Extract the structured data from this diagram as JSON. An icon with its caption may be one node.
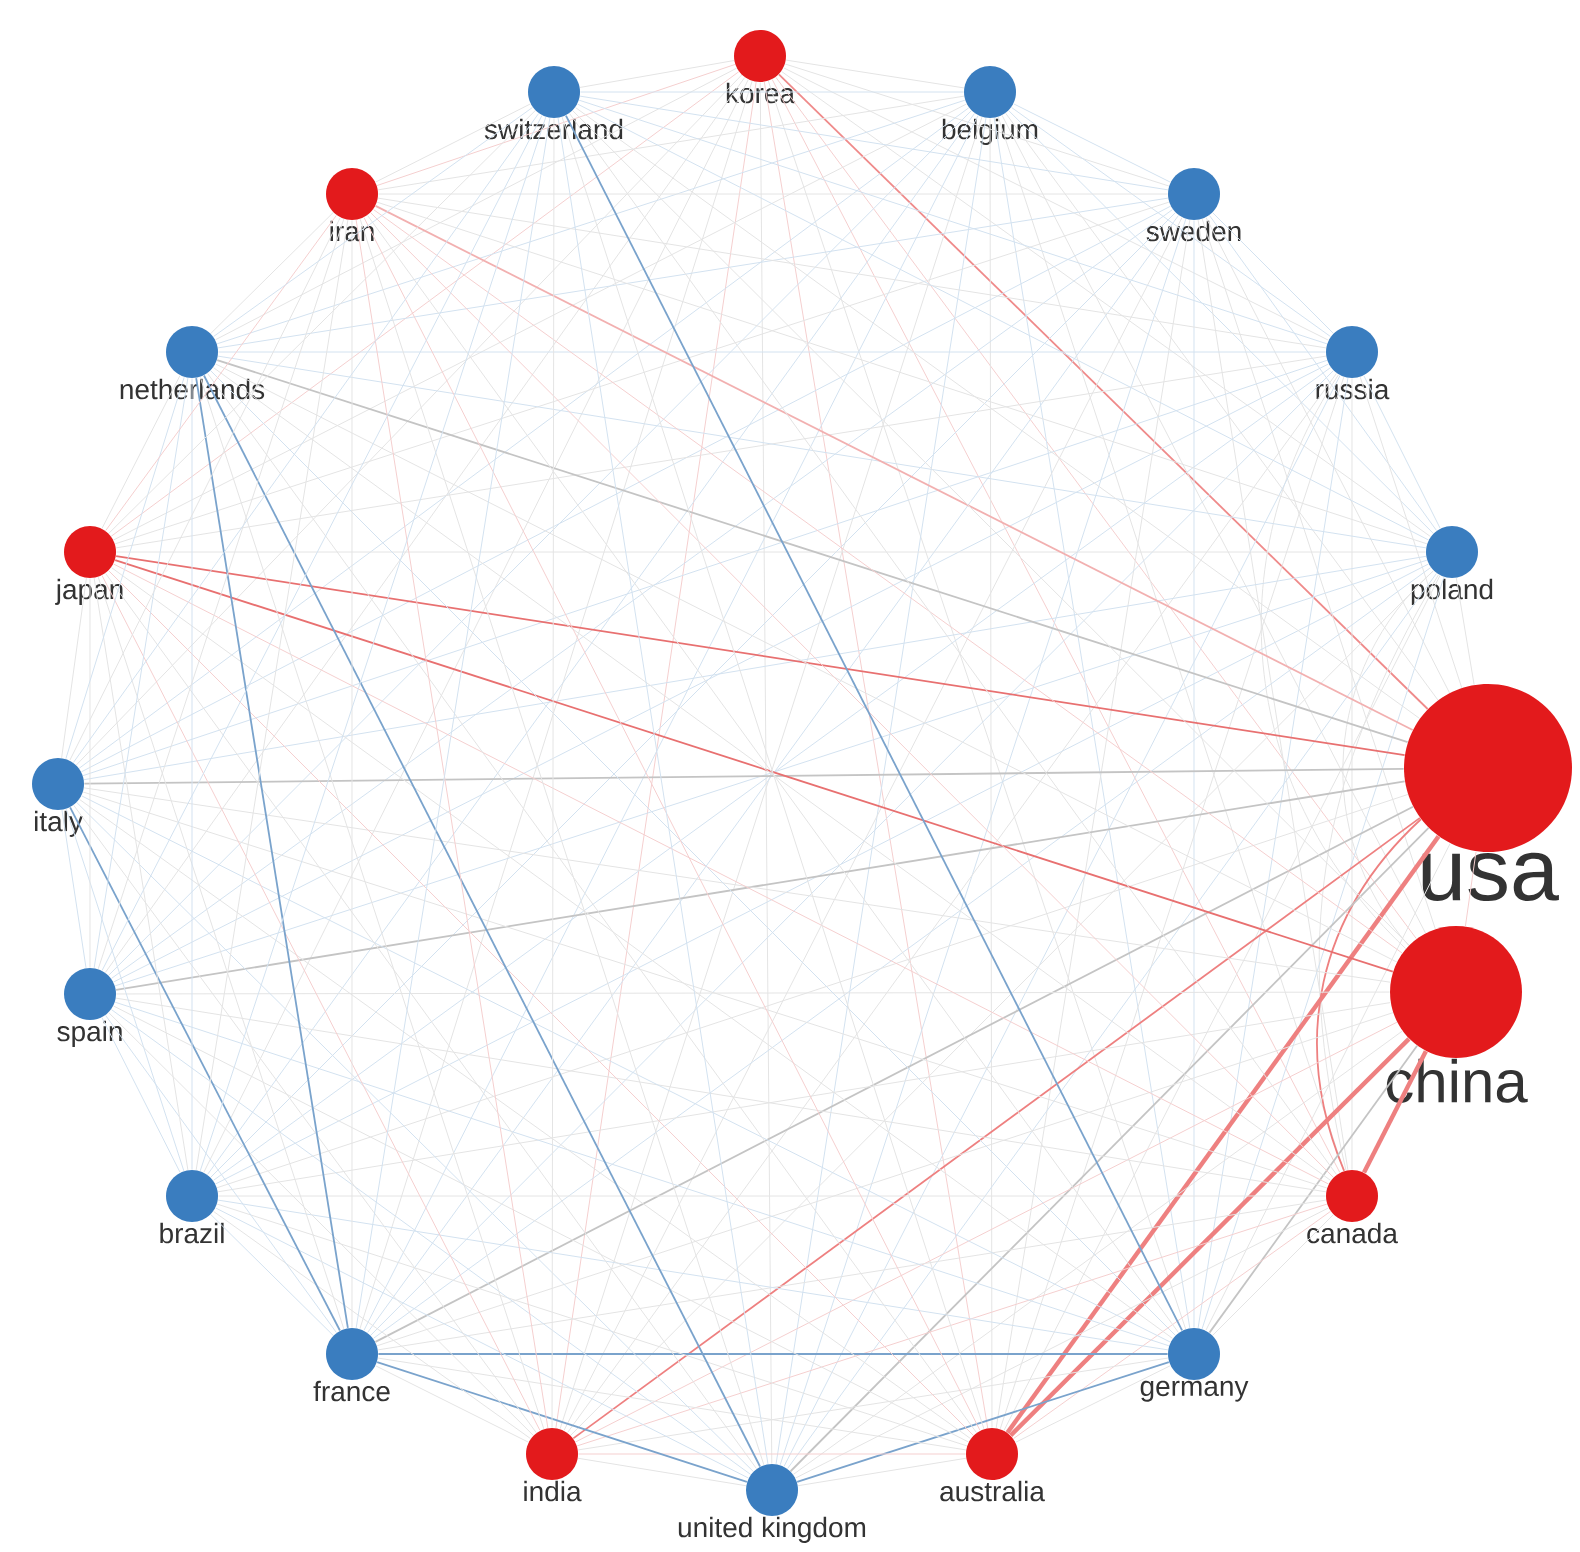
{
  "diagram": {
    "nodes": [
      {
        "text": [
          "korea"
        ]
      },
      {
        "text": [
          "belgium"
        ]
      },
      {
        "text": [
          "sweden"
        ]
      },
      {
        "text": [
          "russia"
        ]
      },
      {
        "text": [
          "poland"
        ]
      },
      {
        "text": [
          "usa"
        ]
      },
      {
        "text": [
          "china"
        ]
      },
      {
        "text": [
          "canada"
        ]
      },
      {
        "text": [
          "germany"
        ]
      },
      {
        "text": [
          "australia"
        ]
      },
      {
        "text": [
          "united kingdom"
        ]
      },
      {
        "text": [
          "india"
        ]
      },
      {
        "text": [
          "france"
        ]
      },
      {
        "text": [
          "brazil"
        ]
      },
      {
        "text": [
          "spain"
        ]
      },
      {
        "text": [
          "italy"
        ]
      },
      {
        "text": [
          "japan"
        ]
      },
      {
        "text": [
          "netherlands"
        ]
      },
      {
        "text": [
          "iran"
        ]
      },
      {
        "text": [
          "switzerland"
        ]
      }
    ],
    "edges": [
      {
        "from": 0,
        "to": 1,
        "arrow": "none"
      },
      {
        "from": 0,
        "to": 2,
        "arrow": "none"
      },
      {
        "from": 0,
        "to": 3,
        "arrow": "none"
      },
      {
        "from": 0,
        "to": 4,
        "arrow": "none"
      },
      {
        "from": 0,
        "to": 5,
        "arrow": "none",
        "color": "#ef8a8a"
      },
      {
        "from": 0,
        "to": 6,
        "arrow": "none"
      },
      {
        "from": 0,
        "to": 7,
        "arrow": "none"
      },
      {
        "from": 0,
        "to": 8,
        "arrow": "none"
      },
      {
        "from": 0,
        "to": 9,
        "arrow": "none"
      },
      {
        "from": 0,
        "to": 10,
        "arrow": "none"
      },
      {
        "from": 0,
        "to": 11,
        "arrow": "none"
      },
      {
        "from": 0,
        "to": 12,
        "arrow": "none"
      },
      {
        "from": 0,
        "to": 13,
        "arrow": "none"
      },
      {
        "from": 0,
        "to": 14,
        "arrow": "none"
      },
      {
        "from": 0,
        "to": 15,
        "arrow": "none"
      },
      {
        "from": 0,
        "to": 16,
        "arrow": "none"
      },
      {
        "from": 0,
        "to": 17,
        "arrow": "none"
      },
      {
        "from": 0,
        "to": 18,
        "arrow": "none"
      },
      {
        "from": 0,
        "to": 19,
        "arrow": "none"
      },
      {
        "from": 1,
        "to": 2,
        "arrow": "none"
      },
      {
        "from": 1,
        "to": 3,
        "arrow": "none"
      },
      {
        "from": 1,
        "to": 4,
        "arrow": "none"
      },
      {
        "from": 1,
        "to": 5,
        "arrow": "none"
      },
      {
        "from": 1,
        "to": 6,
        "arrow": "none"
      },
      {
        "from": 1,
        "to": 7,
        "arrow": "none"
      },
      {
        "from": 1,
        "to": 8,
        "arrow": "none"
      },
      {
        "from": 1,
        "to": 9,
        "arrow": "none"
      },
      {
        "from": 1,
        "to": 10,
        "arrow": "none"
      },
      {
        "from": 1,
        "to": 11,
        "arrow": "none"
      },
      {
        "from": 1,
        "to": 12,
        "arrow": "none"
      },
      {
        "from": 1,
        "to": 13,
        "arrow": "none"
      },
      {
        "from": 1,
        "to": 14,
        "arrow": "none"
      },
      {
        "from": 1,
        "to": 15,
        "arrow": "none"
      },
      {
        "from": 1,
        "to": 16,
        "arrow": "none"
      },
      {
        "from": 1,
        "to": 17,
        "arrow": "none"
      },
      {
        "from": 1,
        "to": 18,
        "arrow": "none"
      },
      {
        "from": 1,
        "to": 19,
        "arrow": "none"
      },
      {
        "from": 2,
        "to": 3,
        "arrow": "none"
      },
      {
        "from": 2,
        "to": 4,
        "arrow": "none"
      },
      {
        "from": 2,
        "to": 5,
        "arrow": "none"
      },
      {
        "from": 2,
        "to": 6,
        "arrow": "none"
      },
      {
        "from": 2,
        "to": 7,
        "arrow": "none"
      },
      {
        "from": 2,
        "to": 8,
        "arrow": "none"
      },
      {
        "from": 2,
        "to": 9,
        "arrow": "none"
      },
      {
        "from": 2,
        "to": 10,
        "arrow": "none"
      },
      {
        "from": 2,
        "to": 11,
        "arrow": "none"
      },
      {
        "from": 2,
        "to": 12,
        "arrow": "none"
      },
      {
        "from": 2,
        "to": 13,
        "arrow": "none"
      },
      {
        "from": 2,
        "to": 14,
        "arrow": "none"
      },
      {
        "from": 2,
        "to": 15,
        "arrow": "none"
      },
      {
        "from": 2,
        "to": 16,
        "arrow": "none"
      },
      {
        "from": 2,
        "to": 17,
        "arrow": "none"
      },
      {
        "from": 2,
        "to": 18,
        "arrow": "none"
      },
      {
        "from": 2,
        "to": 19,
        "arrow": "none"
      },
      {
        "from": 3,
        "to": 4,
        "arrow": "none"
      },
      {
        "from": 3,
        "to": 5,
        "arrow": "none"
      },
      {
        "from": 3,
        "to": 6,
        "arrow": "none"
      },
      {
        "from": 3,
        "to": 7,
        "arrow": "none"
      },
      {
        "from": 3,
        "to": 8,
        "arrow": "none"
      },
      {
        "from": 3,
        "to": 9,
        "arrow": "none"
      },
      {
        "from": 3,
        "to": 10,
        "arrow": "none"
      },
      {
        "from": 3,
        "to": 11,
        "arrow": "none"
      },
      {
        "from": 3,
        "to": 12,
        "arrow": "none"
      },
      {
        "from": 3,
        "to": 13,
        "arrow": "none"
      },
      {
        "from": 3,
        "to": 14,
        "arrow": "none"
      },
      {
        "from": 3,
        "to": 15,
        "arrow": "none"
      },
      {
        "from": 3,
        "to": 16,
        "arrow": "none"
      },
      {
        "from": 3,
        "to": 17,
        "arrow": "none"
      },
      {
        "from": 3,
        "to": 18,
        "arrow": "none"
      },
      {
        "from": 3,
        "to": 19,
        "arrow": "none"
      },
      {
        "from": 4,
        "to": 5,
        "arrow": "none"
      },
      {
        "from": 4,
        "to": 6,
        "arrow": "none"
      },
      {
        "from": 4,
        "to": 7,
        "arrow": "none"
      },
      {
        "from": 4,
        "to": 8,
        "arrow": "none"
      },
      {
        "from": 4,
        "to": 9,
        "arrow": "none"
      },
      {
        "from": 4,
        "to": 10,
        "arrow": "none"
      },
      {
        "from": 4,
        "to": 11,
        "arrow": "none"
      },
      {
        "from": 4,
        "to": 12,
        "arrow": "none"
      },
      {
        "from": 4,
        "to": 13,
        "arrow": "none"
      },
      {
        "from": 4,
        "to": 14,
        "arrow": "none"
      },
      {
        "from": 4,
        "to": 15,
        "arrow": "none"
      },
      {
        "from": 4,
        "to": 16,
        "arrow": "none"
      },
      {
        "from": 4,
        "to": 17,
        "arrow": "none"
      },
      {
        "from": 4,
        "to": 18,
        "arrow": "none"
      },
      {
        "from": 4,
        "to": 19,
        "arrow": "none"
      },
      {
        "from": 5,
        "to": 6,
        "arrow": "none"
      },
      {
        "from": 5,
        "to": 7,
        "arrow": "none",
        "color": "#ee8080"
      },
      {
        "from": 5,
        "to": 8,
        "arrow": "none"
      },
      {
        "from": 5,
        "to": 9,
        "arrow": "none",
        "style": "thick",
        "color": "#ee8080"
      },
      {
        "from": 5,
        "to": 10,
        "arrow": "none",
        "color": "#c4c4c4"
      },
      {
        "from": 5,
        "to": 11,
        "arrow": "none",
        "color": "#ee8080"
      },
      {
        "from": 5,
        "to": 12,
        "arrow": "none",
        "color": "#c4c4c4"
      },
      {
        "from": 5,
        "to": 13,
        "arrow": "none"
      },
      {
        "from": 5,
        "to": 14,
        "arrow": "none",
        "color": "#c4c4c4"
      },
      {
        "from": 5,
        "to": 15,
        "arrow": "none",
        "color": "#c4c4c4"
      },
      {
        "from": 5,
        "to": 16,
        "arrow": "none",
        "color": "#e87070"
      },
      {
        "from": 5,
        "to": 17,
        "arrow": "none",
        "color": "#c4c4c4"
      },
      {
        "from": 5,
        "to": 18,
        "arrow": "none",
        "color": "#f2b0b0"
      },
      {
        "from": 5,
        "to": 19,
        "arrow": "none"
      },
      {
        "from": 6,
        "to": 7,
        "arrow": "none",
        "style": "thick",
        "color": "#ee8080"
      },
      {
        "from": 6,
        "to": 8,
        "arrow": "none",
        "color": "#c4c4c4"
      },
      {
        "from": 6,
        "to": 9,
        "arrow": "none",
        "style": "thick",
        "color": "#ee8080"
      },
      {
        "from": 6,
        "to": 10,
        "arrow": "none"
      },
      {
        "from": 6,
        "to": 11,
        "arrow": "none"
      },
      {
        "from": 6,
        "to": 12,
        "arrow": "none"
      },
      {
        "from": 6,
        "to": 13,
        "arrow": "none"
      },
      {
        "from": 6,
        "to": 14,
        "arrow": "none"
      },
      {
        "from": 6,
        "to": 15,
        "arrow": "none"
      },
      {
        "from": 6,
        "to": 16,
        "arrow": "none",
        "color": "#e87070"
      },
      {
        "from": 6,
        "to": 17,
        "arrow": "none"
      },
      {
        "from": 6,
        "to": 18,
        "arrow": "none"
      },
      {
        "from": 6,
        "to": 19,
        "arrow": "none"
      },
      {
        "from": 7,
        "to": 8,
        "arrow": "none"
      },
      {
        "from": 7,
        "to": 9,
        "arrow": "none"
      },
      {
        "from": 7,
        "to": 10,
        "arrow": "none"
      },
      {
        "from": 7,
        "to": 11,
        "arrow": "none"
      },
      {
        "from": 7,
        "to": 12,
        "arrow": "none"
      },
      {
        "from": 7,
        "to": 13,
        "arrow": "none"
      },
      {
        "from": 7,
        "to": 14,
        "arrow": "none"
      },
      {
        "from": 7,
        "to": 15,
        "arrow": "none"
      },
      {
        "from": 7,
        "to": 16,
        "arrow": "none"
      },
      {
        "from": 7,
        "to": 17,
        "arrow": "none"
      },
      {
        "from": 7,
        "to": 18,
        "arrow": "none"
      },
      {
        "from": 7,
        "to": 19,
        "arrow": "none"
      },
      {
        "from": 8,
        "to": 9,
        "arrow": "none"
      },
      {
        "from": 8,
        "to": 10,
        "arrow": "none",
        "color": "#7aa3cc"
      },
      {
        "from": 8,
        "to": 11,
        "arrow": "none"
      },
      {
        "from": 8,
        "to": 12,
        "arrow": "none",
        "color": "#7aa3cc"
      },
      {
        "from": 8,
        "to": 13,
        "arrow": "none"
      },
      {
        "from": 8,
        "to": 14,
        "arrow": "none"
      },
      {
        "from": 8,
        "to": 15,
        "arrow": "none"
      },
      {
        "from": 8,
        "to": 16,
        "arrow": "none"
      },
      {
        "from": 8,
        "to": 17,
        "arrow": "none"
      },
      {
        "from": 8,
        "to": 18,
        "arrow": "none"
      },
      {
        "from": 8,
        "to": 19,
        "arrow": "none",
        "color": "#7aa3cc"
      },
      {
        "from": 9,
        "to": 10,
        "arrow": "none"
      },
      {
        "from": 9,
        "to": 11,
        "arrow": "none"
      },
      {
        "from": 9,
        "to": 12,
        "arrow": "none"
      },
      {
        "from": 9,
        "to": 13,
        "arrow": "none"
      },
      {
        "from": 9,
        "to": 14,
        "arrow": "none"
      },
      {
        "from": 9,
        "to": 15,
        "arrow": "none"
      },
      {
        "from": 9,
        "to": 16,
        "arrow": "none"
      },
      {
        "from": 9,
        "to": 17,
        "arrow": "none"
      },
      {
        "from": 9,
        "to": 18,
        "arrow": "none"
      },
      {
        "from": 9,
        "to": 19,
        "arrow": "none"
      },
      {
        "from": 10,
        "to": 11,
        "arrow": "none"
      },
      {
        "from": 10,
        "to": 12,
        "arrow": "none",
        "color": "#7aa3cc"
      },
      {
        "from": 10,
        "to": 13,
        "arrow": "none"
      },
      {
        "from": 10,
        "to": 14,
        "arrow": "none"
      },
      {
        "from": 10,
        "to": 15,
        "arrow": "none"
      },
      {
        "from": 10,
        "to": 16,
        "arrow": "none"
      },
      {
        "from": 10,
        "to": 17,
        "arrow": "none",
        "color": "#7aa3cc"
      },
      {
        "from": 10,
        "to": 18,
        "arrow": "none"
      },
      {
        "from": 10,
        "to": 19,
        "arrow": "none"
      },
      {
        "from": 11,
        "to": 12,
        "arrow": "none"
      },
      {
        "from": 11,
        "to": 13,
        "arrow": "none"
      },
      {
        "from": 11,
        "to": 14,
        "arrow": "none"
      },
      {
        "from": 11,
        "to": 15,
        "arrow": "none"
      },
      {
        "from": 11,
        "to": 16,
        "arrow": "none"
      },
      {
        "from": 11,
        "to": 17,
        "arrow": "none"
      },
      {
        "from": 11,
        "to": 18,
        "arrow": "none"
      },
      {
        "from": 11,
        "to": 19,
        "arrow": "none"
      },
      {
        "from": 12,
        "to": 13,
        "arrow": "none"
      },
      {
        "from": 12,
        "to": 14,
        "arrow": "none"
      },
      {
        "from": 12,
        "to": 15,
        "arrow": "none",
        "color": "#7aa3cc"
      },
      {
        "from": 12,
        "to": 16,
        "arrow": "none"
      },
      {
        "from": 12,
        "to": 17,
        "arrow": "none",
        "color": "#7aa3cc"
      },
      {
        "from": 12,
        "to": 18,
        "arrow": "none"
      },
      {
        "from": 12,
        "to": 19,
        "arrow": "none"
      },
      {
        "from": 13,
        "to": 14,
        "arrow": "none"
      },
      {
        "from": 13,
        "to": 15,
        "arrow": "none"
      },
      {
        "from": 13,
        "to": 16,
        "arrow": "none"
      },
      {
        "from": 13,
        "to": 17,
        "arrow": "none"
      },
      {
        "from": 13,
        "to": 18,
        "arrow": "none"
      },
      {
        "from": 13,
        "to": 19,
        "arrow": "none"
      },
      {
        "from": 14,
        "to": 15,
        "arrow": "none"
      },
      {
        "from": 14,
        "to": 16,
        "arrow": "none"
      },
      {
        "from": 14,
        "to": 17,
        "arrow": "none"
      },
      {
        "from": 14,
        "to": 18,
        "arrow": "none"
      },
      {
        "from": 14,
        "to": 19,
        "arrow": "none"
      },
      {
        "from": 15,
        "to": 16,
        "arrow": "none"
      },
      {
        "from": 15,
        "to": 17,
        "arrow": "none"
      },
      {
        "from": 15,
        "to": 18,
        "arrow": "none"
      },
      {
        "from": 15,
        "to": 19,
        "arrow": "none"
      },
      {
        "from": 16,
        "to": 17,
        "arrow": "none"
      },
      {
        "from": 16,
        "to": 18,
        "arrow": "none"
      },
      {
        "from": 16,
        "to": 19,
        "arrow": "none"
      },
      {
        "from": 17,
        "to": 18,
        "arrow": "none"
      },
      {
        "from": 17,
        "to": 19,
        "arrow": "none"
      },
      {
        "from": 18,
        "to": 19,
        "arrow": "none"
      }
    ]
  }
}
